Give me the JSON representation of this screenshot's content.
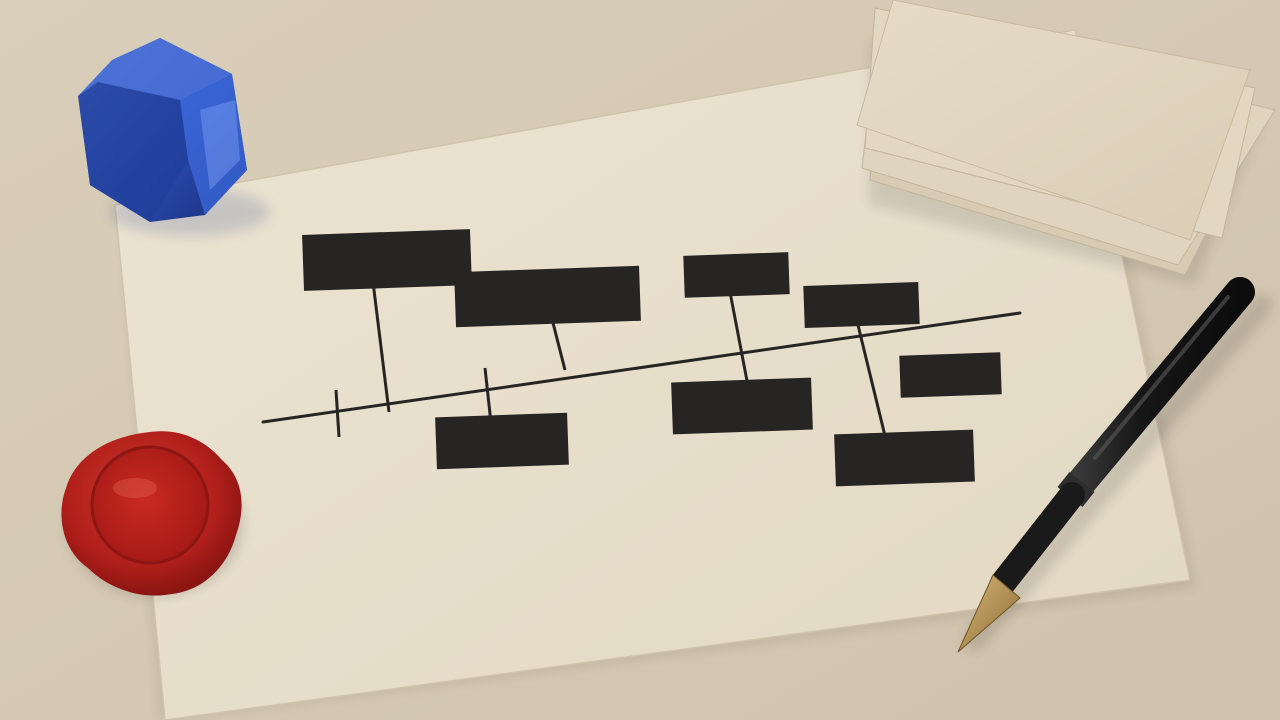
{
  "scene": {
    "description_label": "",
    "colors": {
      "desk": "#d8cdb8",
      "paper": "#e8dfcc",
      "ink": "#262524",
      "crystal": "#2c4fb8",
      "wax": "#b8201c",
      "pen": "#1c1c1c",
      "nib": "#b89550"
    },
    "objects": [
      "paper-sheet",
      "timeline-sketch",
      "blue-crystal",
      "wax-seal",
      "card-stack",
      "fountain-pen"
    ],
    "timeline": {
      "ink_blocks_above": 4,
      "ink_blocks_below": 4
    }
  }
}
